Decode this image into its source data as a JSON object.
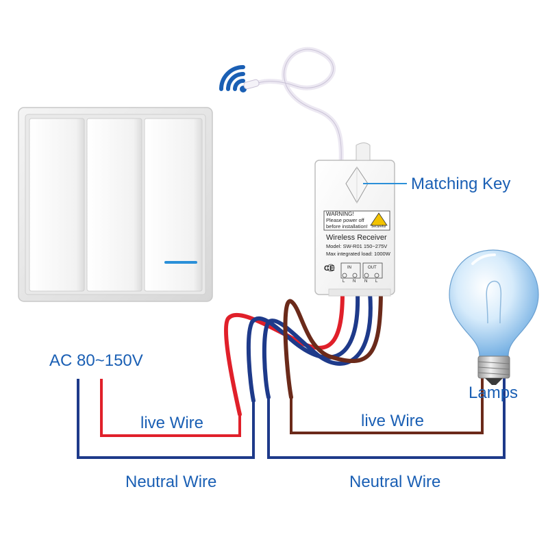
{
  "labels": {
    "ac_voltage": "AC 80~150V",
    "matching_key": "Matching Key",
    "lamps": "Lamps",
    "live_wire_left": "live Wire",
    "live_wire_right": "live Wire",
    "neutral_wire_left": "Neutral Wire",
    "neutral_wire_right": "Neutral Wire"
  },
  "receiver": {
    "warning_line1": "WARNING!",
    "warning_line2": "Please power off",
    "warning_line3": "before installation!",
    "brand": "Secureful",
    "title": "Wireless Receiver",
    "model": "Model: SW-R01  150~275V",
    "max_load": "Max integrated load: 1000W",
    "ce_mark": "CE",
    "in_label": "IN",
    "out_label": "OUT",
    "terminal_1": "L",
    "terminal_2": "N",
    "terminal_3": "N",
    "terminal_4": "L"
  },
  "colors": {
    "label_blue": "#1a5fb4",
    "live_red": "#e0202a",
    "neutral_blue": "#1e3a8a",
    "live_brown": "#6b2a1a",
    "switch_indicator": "#2a8fd8"
  },
  "icons": {
    "wireless_signal": "wifi-signal-icon",
    "wall_switch": "three-gang-switch-icon",
    "light_bulb": "light-bulb-icon",
    "warning": "warning-triangle-icon"
  }
}
